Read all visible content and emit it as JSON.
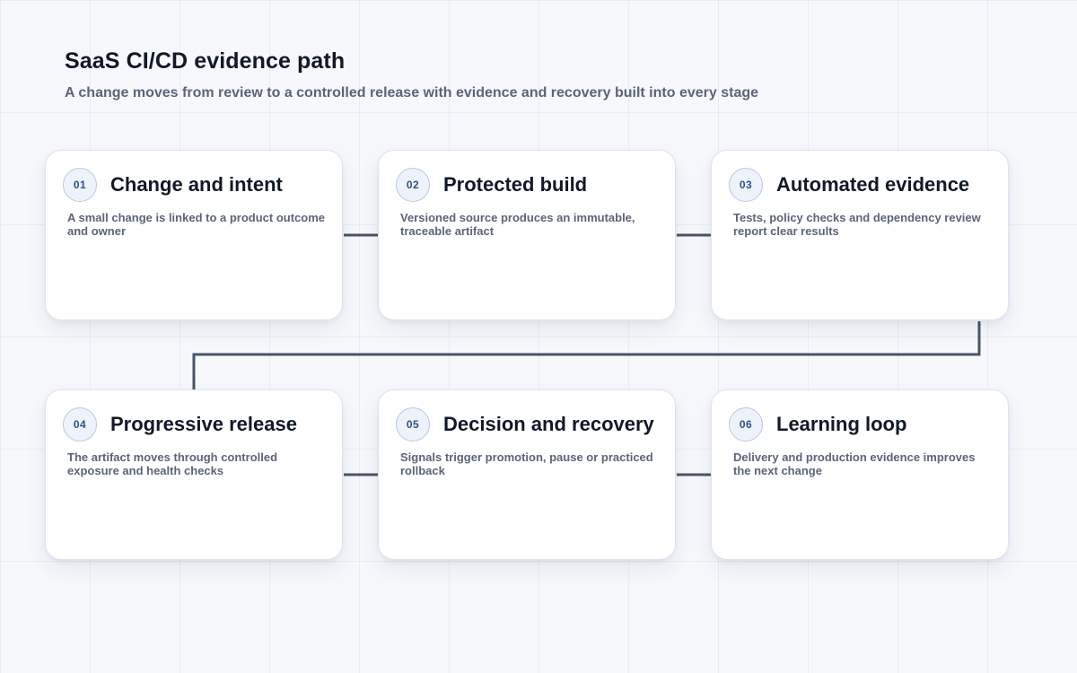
{
  "header": {
    "title": "SaaS CI/CD evidence path",
    "subtitle": "A change moves from review to a controlled release with evidence and recovery built into every stage"
  },
  "stages": [
    {
      "number": "01",
      "title": "Change and intent",
      "description": "A small change is linked to a product outcome and owner"
    },
    {
      "number": "02",
      "title": "Protected build",
      "description": "Versioned source produces an immutable, traceable artifact"
    },
    {
      "number": "03",
      "title": "Automated evidence",
      "description": "Tests, policy checks and dependency review report clear results"
    },
    {
      "number": "04",
      "title": "Progressive release",
      "description": "The artifact moves through controlled exposure and health checks"
    },
    {
      "number": "05",
      "title": "Decision and recovery",
      "description": "Signals trigger promotion, pause or practiced rollback"
    },
    {
      "number": "06",
      "title": "Learning loop",
      "description": "Delivery and production evidence improves the next change"
    }
  ],
  "colors": {
    "connector": "#4a5568",
    "badge_text": "#2f4f86",
    "badge_border": "#b7c8e3",
    "card_bg": "#ffffff"
  }
}
